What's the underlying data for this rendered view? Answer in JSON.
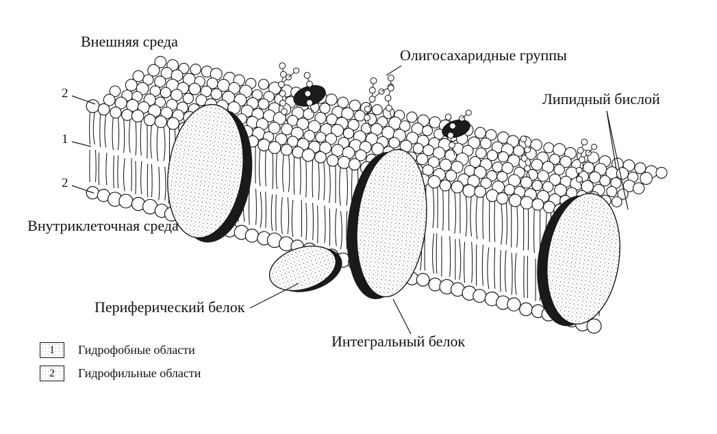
{
  "diagram": {
    "labels": {
      "external_environment": "Внешняя среда",
      "oligosaccharide_groups": "Олигосахаридные группы",
      "lipid_bilayer": "Липидный бислой",
      "intracellular_environment": "Внутриклеточная среда",
      "peripheral_protein": "Периферический белок",
      "integral_protein": "Интегральный белок"
    },
    "markers": {
      "top": "2",
      "middle": "1",
      "bottom": "2"
    },
    "legend": {
      "items": [
        {
          "key": "1",
          "label": "Гидрофобные области"
        },
        {
          "key": "2",
          "label": "Гидрофильные области"
        }
      ]
    },
    "colors": {
      "ink": "#141414",
      "paper": "#ffffff"
    }
  }
}
